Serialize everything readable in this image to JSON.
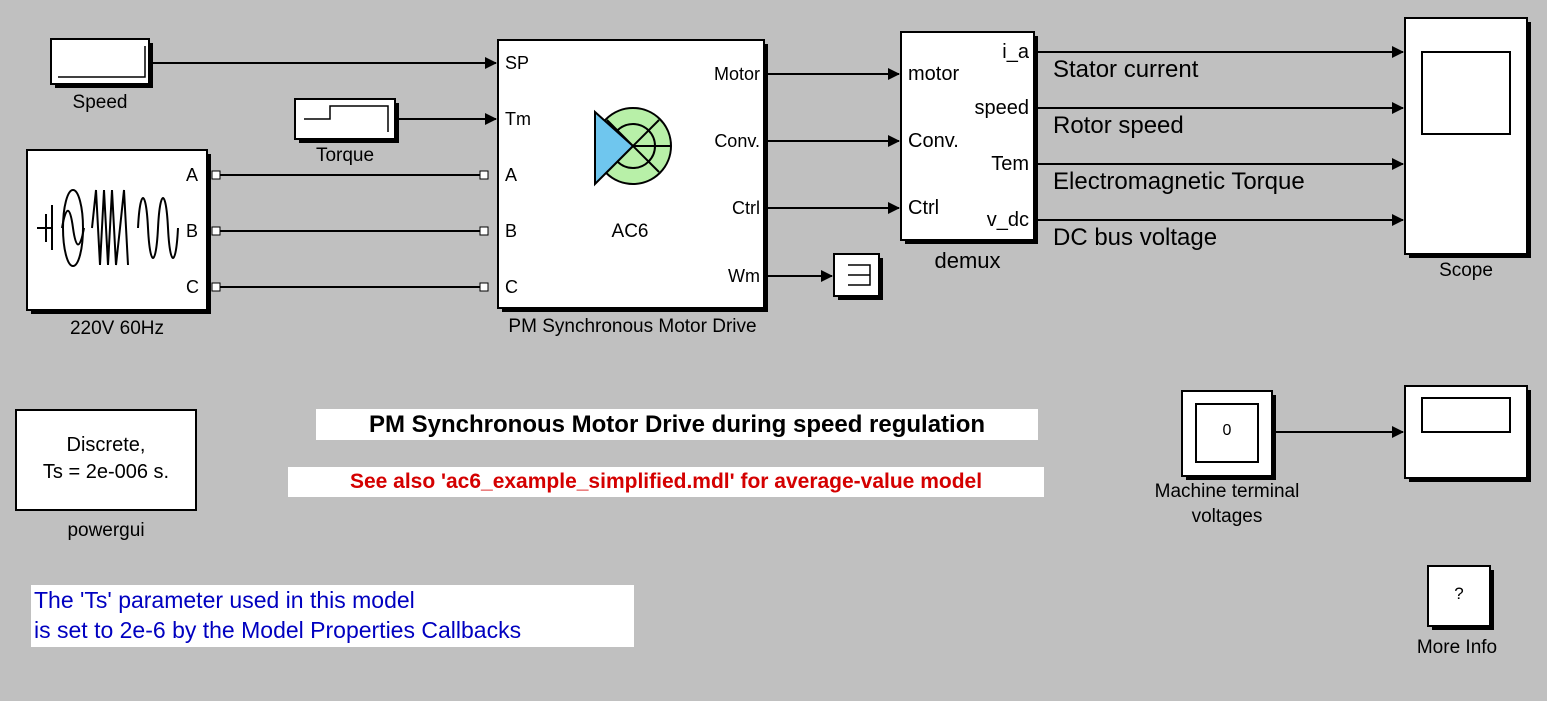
{
  "blocks": {
    "speed": "Speed",
    "torque": "Torque",
    "source": "220V 60Hz",
    "drive": "PM Synchronous Motor Drive",
    "drive_icon": "AC6",
    "demux": "demux",
    "scope": "Scope",
    "powergui": "powergui",
    "powergui_text_1": "Discrete,",
    "powergui_text_2": "Ts = 2e-006 s.",
    "machine_voltages_1": "Machine terminal",
    "machine_voltages_2": "voltages",
    "display_value": "0",
    "more_info": "More Info",
    "more_info_symbol": "?"
  },
  "ports": {
    "source": [
      "A",
      "B",
      "C"
    ],
    "drive_in": [
      "SP",
      "Tm",
      "A",
      "B",
      "C"
    ],
    "drive_out": [
      "Motor",
      "Conv.",
      "Ctrl",
      "Wm"
    ],
    "demux_in": [
      "motor",
      "Conv.",
      "Ctrl"
    ],
    "demux_out": [
      "i_a",
      "speed",
      "Tem",
      "v_dc"
    ]
  },
  "signals": [
    "Stator current",
    "Rotor speed",
    "Electromagnetic Torque",
    "DC bus voltage"
  ],
  "annotations": {
    "title": "PM Synchronous Motor Drive during speed regulation",
    "see_also": "See also 'ac6_example_simplified.mdl' for average-value model",
    "note_line1": "The 'Ts' parameter used in this model",
    "note_line2": "is set to 2e-6  by the Model Properties Callbacks"
  },
  "colors": {
    "background": "#c0c0c0",
    "see_also": "#d40000",
    "note": "#0000c0",
    "icon_blue": "#6fc6ee",
    "icon_green": "#b8f0a8"
  }
}
